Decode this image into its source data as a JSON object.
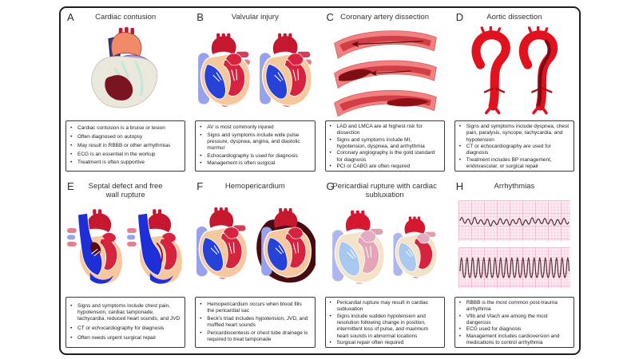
{
  "figure_type": "medical education diagram — blunt cardiac injury panels",
  "colors": {
    "figure_border": "#1f1f1f",
    "panel_title_text": "#333333",
    "bullet_text": "#1c1c1c",
    "heart_red": "#d6233f",
    "heart_blue": "#2742d6",
    "myocardium_peach": "#f7c89d",
    "aorta_dark_red": "#c5182f",
    "bright_red": "#e2111e",
    "bruise_maroon": "#7a1420",
    "hemorrhage_maroon": "#470a10",
    "vessel_pink": "#f28080",
    "ecg_paper_pink": "#fdeaf2",
    "ecg_trace": "#4a3034"
  },
  "panels": [
    {
      "letter": "A",
      "title": "Cardiac contusion",
      "illustration": "heart-with-bruise",
      "bullets": [
        "Cardiac contusion is a bruise or lesion",
        "Often diagnosed on autopsy",
        "May result in RBBB or other arrhythmias",
        "ECG is an essential in the workup",
        "Treatment is often supportive"
      ]
    },
    {
      "letter": "B",
      "title": "Valvular injury",
      "illustration": "two-heart-cross-sections",
      "bullets": [
        "AV is most commonly injured",
        "Signs and symptoms include wide pulse pressure, dyspnea, angina, and diastolic murmur",
        "Echocardiography is used for diagnosis",
        "Management is often surgical"
      ]
    },
    {
      "letter": "C",
      "title": "Coronary artery dissection",
      "illustration": "three-coronary-vessel-segments-with-flow-arrows",
      "bullets": [
        "LAD and LMCA are at highest risk for dissection",
        "Signs and symptoms include MI, hypotension, dyspnea, and arrhythmia",
        "Coronary angiography is the gold standard for diagnosis",
        "PCI or CABG are often required"
      ]
    },
    {
      "letter": "D",
      "title": "Aortic dissection",
      "illustration": "two-aortas-one-dissected",
      "bullets": [
        "Signs and symptoms include dyspnea, chest pain, paralysis, syncope, tachycardia, and hypotension",
        "CT or echocardiography are used for diagnosis",
        "Treatment includes BP management, endovascular, or surgical repair"
      ]
    },
    {
      "letter": "E",
      "title": "Septal defect and free wall rupture",
      "illustration": "two-hearts-with-septal-defect",
      "bullets": [
        "Signs and symptoms include chest pain, hypotension, cardiac tamponade, tachycardia, reduced heart sounds, and JVD",
        "CT or echocardiography for diagnosis",
        "Often needs urgent surgical repair"
      ]
    },
    {
      "letter": "F",
      "title": "Hemopericardium",
      "illustration": "normal-heart-and-heart-with-blood-filled-pericardium",
      "bullets": [
        "Hemopericardium occurs when blood fills the pericardial sac",
        "Beck's triad includes hypotension, JVD, and muffled heart sounds",
        "Pericardiocentesis or chest tube drainage is required to treat tamponade"
      ]
    },
    {
      "letter": "G",
      "title": "Pericardial rupture with cardiac subluxation",
      "illustration": "pale-heart-and-subluxated-heart",
      "bullets": [
        "Pericardial rupture may result in cardiac subluxation",
        "Signs include sudden hypotension and resolution following change in position, intermittent loss of pulse, and maximum heart sounds in abnormal locations",
        "Surgical repair often required"
      ]
    },
    {
      "letter": "H",
      "title": "Arrhythmias",
      "illustration": "two-ecg-strips-vfib-and-vtach",
      "bullets": [
        "RBBB is the most common post-trauma arrhythmia",
        "Vfib and Vtach are among the most dangerous",
        "ECG used for diagnosis",
        "Management includes cardioversion and medications to control arrhythmia"
      ]
    }
  ]
}
